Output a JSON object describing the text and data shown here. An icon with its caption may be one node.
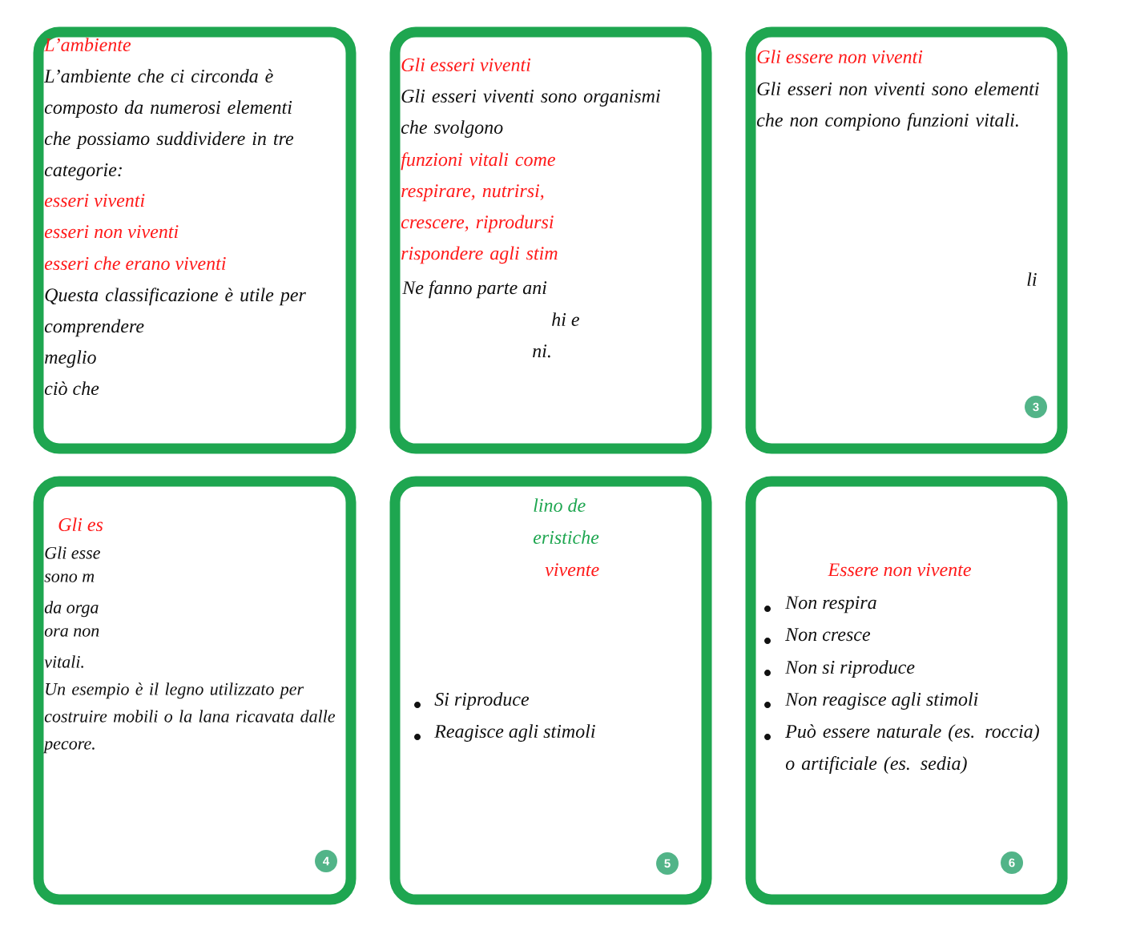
{
  "diagram": {
    "nodes": [
      {
        "text": [
          "L’ambiente",
          "L’ambiente che ci circonda è composto da numerosi elementi che possiamo suddividere in tre categorie:",
          "esseri viventi",
          "esseri non viventi",
          "esseri che erano viventi",
          "Questa classificazione è utile per comprendere",
          "meglio",
          "ciò che"
        ]
      },
      {
        "text": [
          "Gli esseri viventi",
          "Gli esseri viventi sono organismi che svolgono",
          "funzioni vitali come respirare, nutrirsi, crescere, riprodursi rispondere agli stim",
          "Ne fanno parte ani",
          "hi e",
          "ni."
        ]
      },
      {
        "text": [
          "Gli essere non viventi",
          "Gli esseri non viventi sono elementi che non compiono funzioni vitali.",
          "li"
        ]
      },
      {
        "text": [
          "3"
        ],
        "in": 2
      },
      {
        "text": [
          "Gli es",
          "Gli esse",
          "sono m",
          "da orga",
          "ora non",
          "vitali.",
          "Un esempio è il legno utilizzato per costruire mobili o la lana ricavata dalle pecore."
        ]
      },
      {
        "text": [
          "4"
        ],
        "in": 4
      },
      {
        "text": [
          "lino de",
          "eristiche",
          "vivente",
          "Si riproduce",
          "Reagisce agli stimoli"
        ]
      },
      {
        "text": [
          "5"
        ],
        "in": 6
      },
      {
        "text": [
          "Essere non vivente",
          "Non respira",
          "Non cresce",
          "Non si riproduce",
          "Non reagisce agli stimoli",
          "Può essere naturale (es. roccia) o artificiale (es. sedia)"
        ]
      },
      {
        "text": [
          "6"
        ],
        "in": 8
      }
    ]
  }
}
